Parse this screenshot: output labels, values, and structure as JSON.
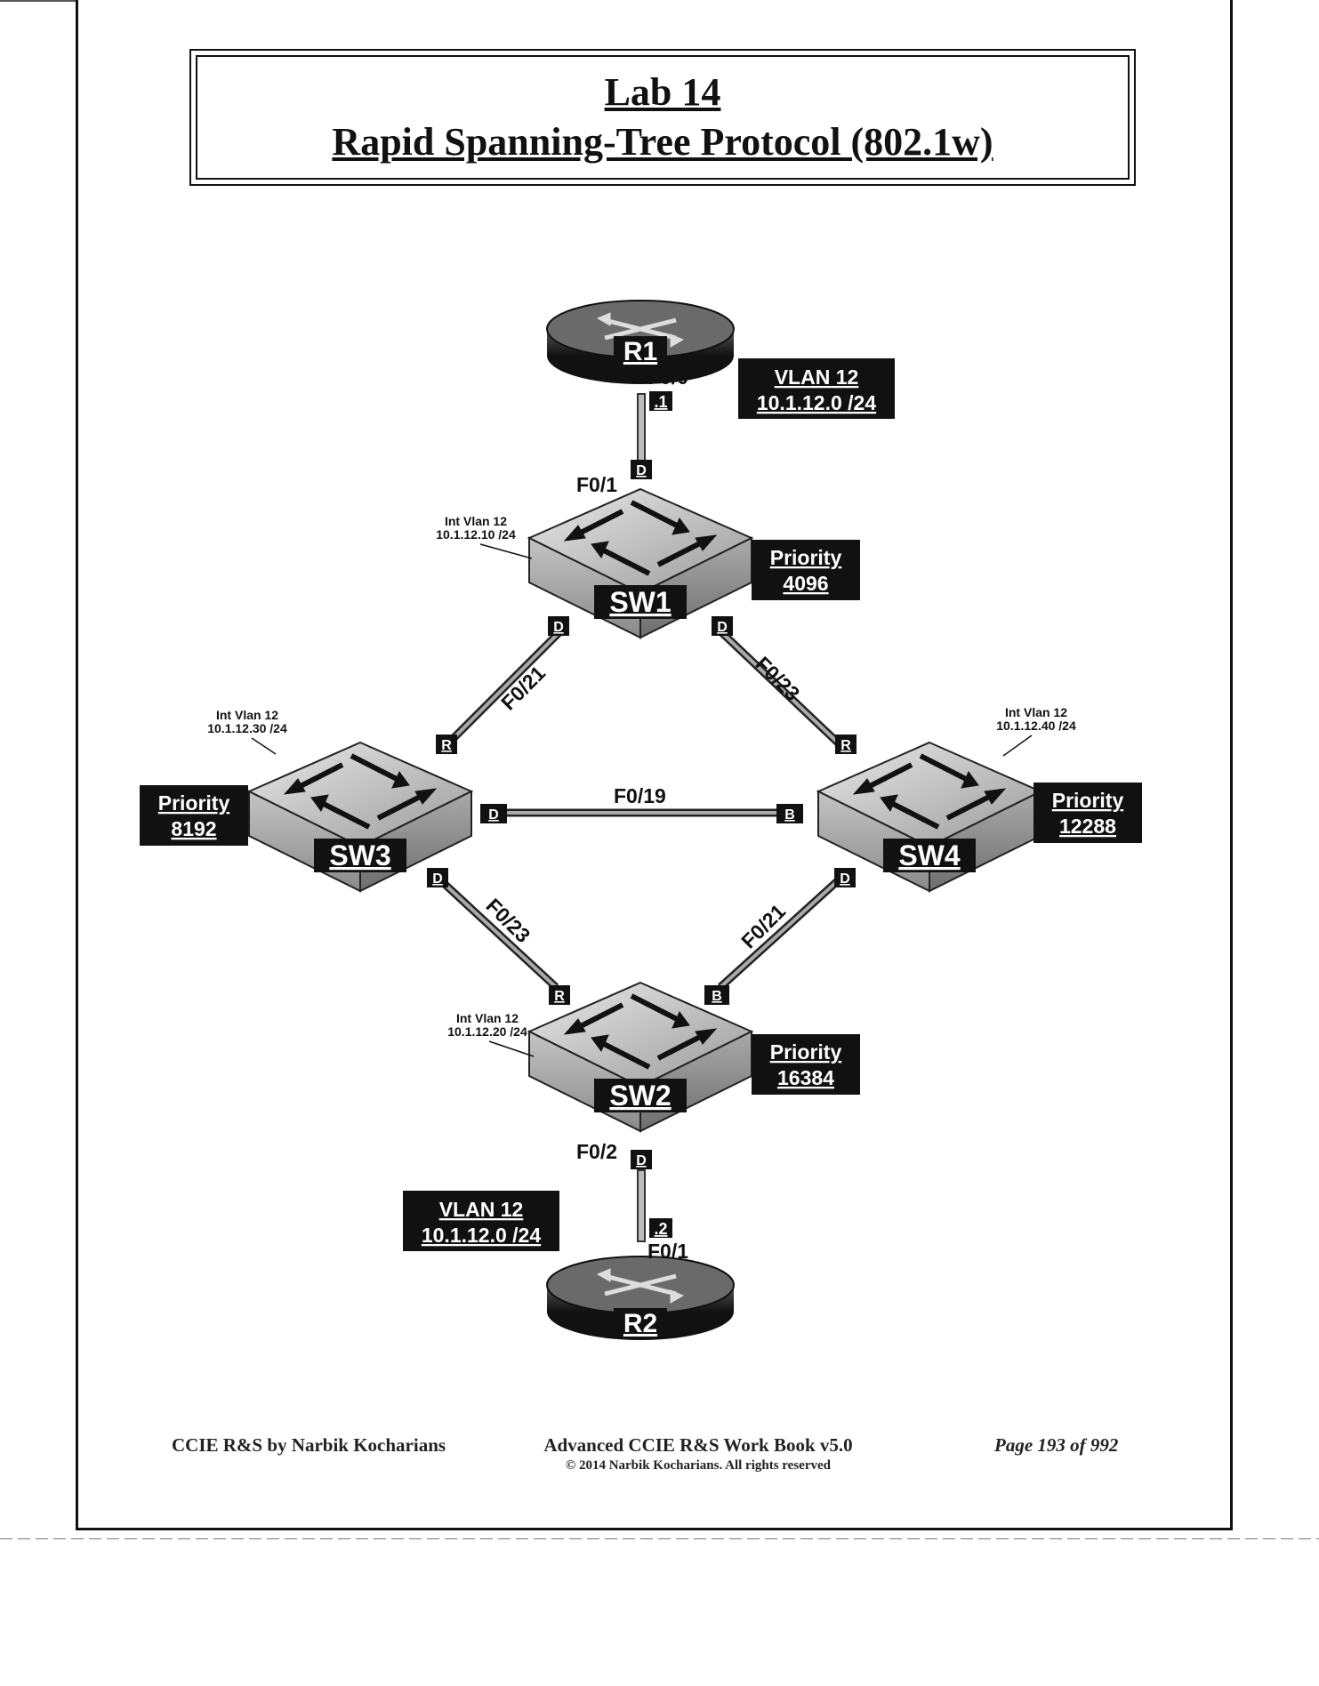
{
  "title": {
    "line1": "Lab 14",
    "line2": "Rapid Spanning-Tree Protocol (802.1w)"
  },
  "routers": {
    "r1": {
      "name": "R1",
      "interface": "F0/0",
      "host_ip": ".1"
    },
    "r2": {
      "name": "R2",
      "interface": "F0/1",
      "host_ip": ".2"
    }
  },
  "switches": {
    "sw1": {
      "name": "SW1",
      "svi_label": "Int Vlan 12",
      "svi_ip": "10.1.12.10 /24",
      "priority_label": "Priority",
      "priority_value": "4096",
      "uplink_interface": "F0/1"
    },
    "sw2": {
      "name": "SW2",
      "svi_label": "Int Vlan 12",
      "svi_ip": "10.1.12.20 /24",
      "priority_label": "Priority",
      "priority_value": "16384",
      "uplink_interface": "F0/2"
    },
    "sw3": {
      "name": "SW3",
      "svi_label": "Int Vlan 12",
      "svi_ip": "10.1.12.30 /24",
      "priority_label": "Priority",
      "priority_value": "8192"
    },
    "sw4": {
      "name": "SW4",
      "svi_label": "Int Vlan 12",
      "svi_ip": "10.1.12.40 /24",
      "priority_label": "Priority",
      "priority_value": "12288"
    }
  },
  "vlan_boxes": [
    {
      "line1": "VLAN 12",
      "line2": "10.1.12.0 /24"
    },
    {
      "line1": "VLAN 12",
      "line2": "10.1.12.0 /24"
    }
  ],
  "links": {
    "sw1_sw3": "F0/21",
    "sw1_sw4": "F0/23",
    "sw3_sw4": "F0/19",
    "sw3_sw2": "F0/23",
    "sw4_sw2": "F0/21"
  },
  "port_roles": {
    "r1_sw1_sw1side": "D",
    "sw1_to_sw3": "D",
    "sw1_to_sw4": "D",
    "sw3_from_sw1": "R",
    "sw4_from_sw1": "R",
    "sw3_to_sw4": "D",
    "sw4_from_sw3": "B",
    "sw3_to_sw2": "D",
    "sw4_to_sw2": "D",
    "sw2_from_sw3": "R",
    "sw2_from_sw4": "B",
    "sw2_r2_sw2side": "D"
  },
  "footer": {
    "left": "CCIE R&S by Narbik Kocharians",
    "center_line1": "Advanced CCIE R&S Work Book v5.0",
    "center_line2": "© 2014 Narbik Kocharians. All rights reserved",
    "right": "Page 193 of 992"
  }
}
